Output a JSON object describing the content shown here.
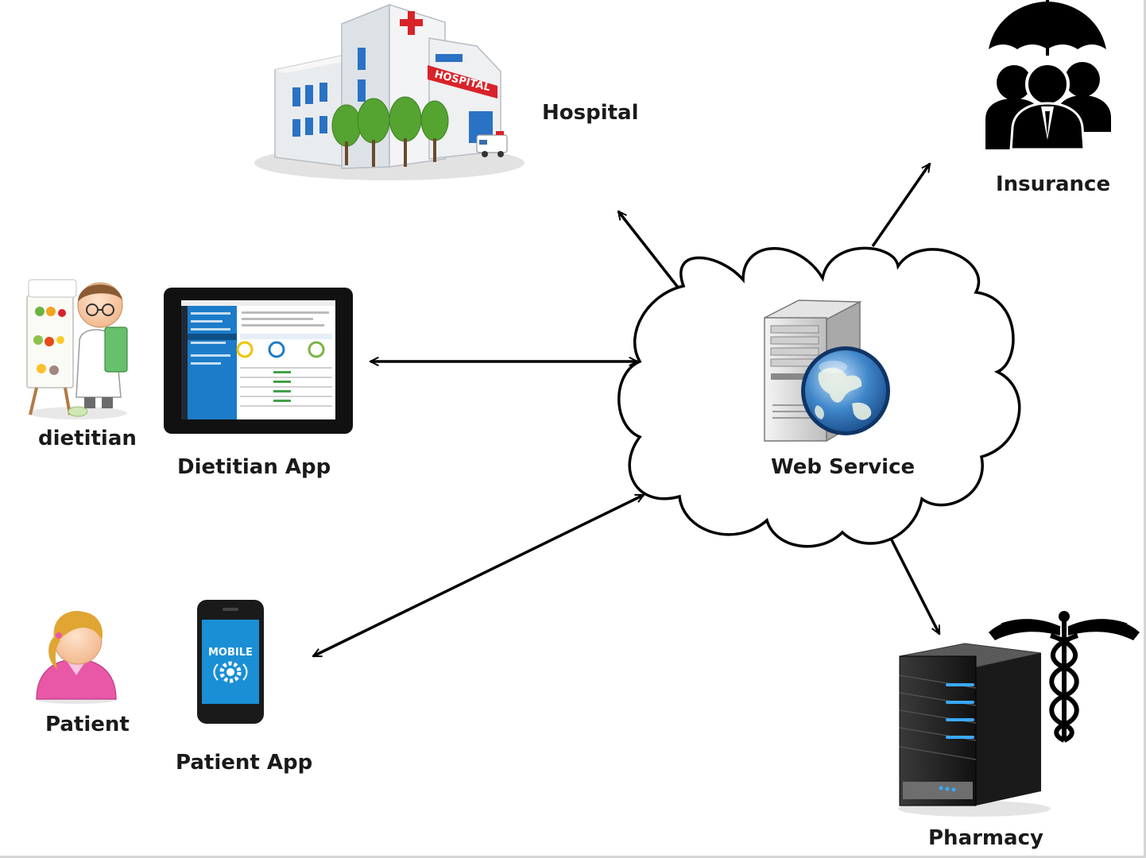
{
  "nodes": {
    "hospital": {
      "label": "Hospital",
      "sign": "HOSPITAL"
    },
    "insurance": {
      "label": "Insurance"
    },
    "dietitian": {
      "label": "dietitian"
    },
    "dietitian_app": {
      "label": "Dietitian App"
    },
    "web_service": {
      "label": "Web Service"
    },
    "patient": {
      "label": "Patient"
    },
    "patient_app": {
      "label": "Patient App",
      "screen_text": "MOBILE"
    },
    "pharmacy": {
      "label": "Pharmacy"
    }
  },
  "edges": [
    {
      "from": "web_service",
      "to": "hospital",
      "direction": "one-way"
    },
    {
      "from": "web_service",
      "to": "insurance",
      "direction": "one-way"
    },
    {
      "from": "dietitian_app",
      "to": "web_service",
      "direction": "two-way"
    },
    {
      "from": "patient_app",
      "to": "web_service",
      "direction": "two-way"
    },
    {
      "from": "web_service",
      "to": "pharmacy",
      "direction": "one-way"
    }
  ],
  "colors": {
    "line": "#000000",
    "cloud_fill": "#ffffff",
    "tablet_screen": "#1c7cc9",
    "phone_screen": "#1a8fd6",
    "server_glow": "#39a9ff",
    "hospital_sign": "#d8232a"
  }
}
